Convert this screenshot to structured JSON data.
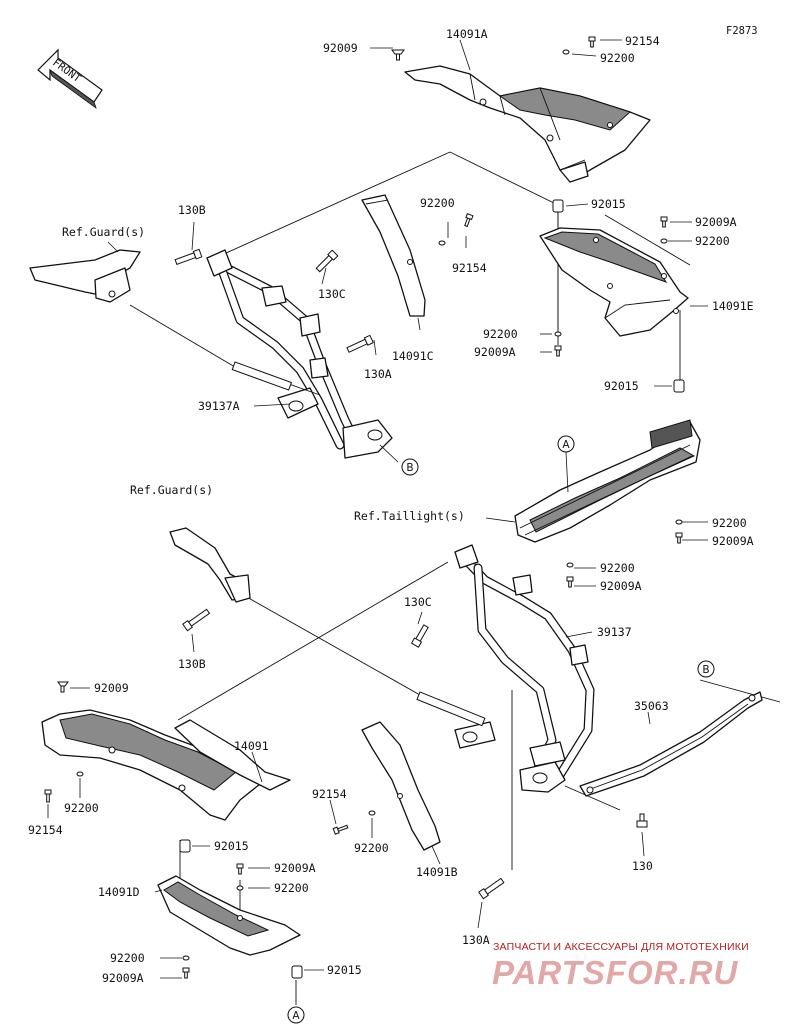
{
  "figure_code": "F2873",
  "front_label": "FRONT",
  "callouts": {
    "a1": "A",
    "a2": "A",
    "b1": "B",
    "b2": "B"
  },
  "labels": {
    "p92009_top": "92009",
    "p14091A": "14091A",
    "p92154_top": "92154",
    "p92200_top": "92200",
    "p92015_top": "92015",
    "p92009A_r1": "92009A",
    "p92200_r1": "92200",
    "p14091E": "14091E",
    "p92200_r2": "92200",
    "p92009A_r2": "92009A",
    "p92015_r2": "92015",
    "ref_guard_1": "Ref.Guard(s)",
    "p130B_1": "130B",
    "p130C_1": "130C",
    "p130A_1": "130A",
    "p39137A": "39137A",
    "p92200_mid": "92200",
    "p92154_mid": "92154",
    "p14091C": "14091C",
    "ref_taillight": "Ref.Taillight(s)",
    "p92200_r3": "92200",
    "p92009A_r3": "92009A",
    "p92200_r4": "92200",
    "p92009A_r4": "92009A",
    "ref_guard_2": "Ref.Guard(s)",
    "p130B_2": "130B",
    "p130C_2": "130C",
    "p39137": "39137",
    "p92009_low": "92009",
    "p14091": "14091",
    "p92200_low": "92200",
    "p92154_low": "92154",
    "p92015_low": "92015",
    "p92154_low2": "92154",
    "p92200_low2": "92200",
    "p14091B": "14091B",
    "p35063": "35063",
    "p130": "130",
    "p92009A_low": "92009A",
    "p92200_low3": "92200",
    "p14091D": "14091D",
    "p92200_low4": "92200",
    "p92009A_low2": "92009A",
    "p92015_low2": "92015",
    "p130A_2": "130A"
  },
  "watermark": {
    "subtitle": "ЗАПЧАСТИ И АКСЕССУАРЫ ДЛЯ МОТОТЕХНИКИ",
    "brand": "PARTSFOR.RU"
  }
}
